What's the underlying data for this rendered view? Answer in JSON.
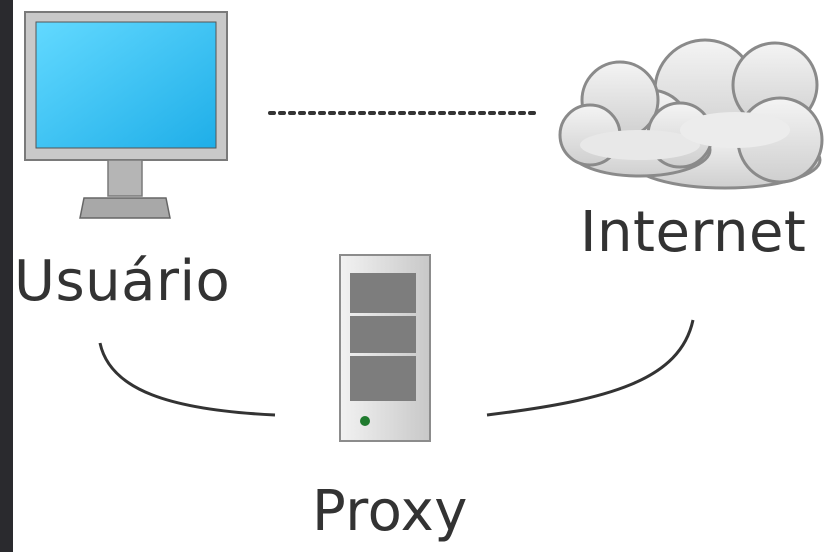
{
  "diagram": {
    "nodes": {
      "user": {
        "label": "Usuário",
        "icon": "computer-monitor-icon"
      },
      "internet": {
        "label": "Internet",
        "icon": "cloud-icon"
      },
      "proxy": {
        "label": "Proxy",
        "icon": "server-tower-icon"
      }
    },
    "edges": [
      {
        "from": "user",
        "to": "internet",
        "style": "dotted"
      },
      {
        "from": "user",
        "to": "proxy",
        "style": "curved"
      },
      {
        "from": "proxy",
        "to": "internet",
        "style": "curved"
      }
    ],
    "colors": {
      "screen": "#36c3f5",
      "monitor_frame": "#bdbdbd",
      "cloud_fill": "#e6e6e6",
      "server_body": "#d2d2d2",
      "server_led": "#1f7a2e",
      "line": "#333333",
      "text": "#333333"
    }
  }
}
